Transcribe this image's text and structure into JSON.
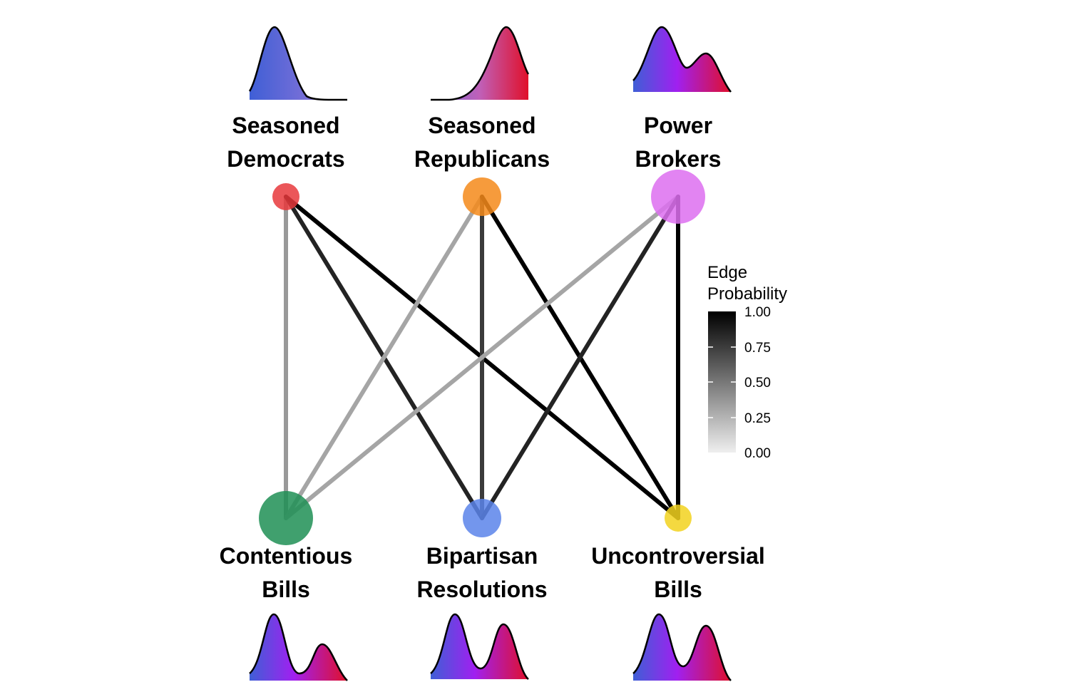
{
  "top_nodes": [
    {
      "id": "sd",
      "label_lines": [
        "Seasoned",
        "Democrats"
      ],
      "color": "#e8383c",
      "size": "small"
    },
    {
      "id": "sr",
      "label_lines": [
        "Seasoned",
        "Republicans"
      ],
      "color": "#f5891a",
      "size": "medium"
    },
    {
      "id": "pb",
      "label_lines": [
        "Power",
        "Brokers"
      ],
      "color": "#dd6ff0",
      "size": "large"
    }
  ],
  "bottom_nodes": [
    {
      "id": "cb",
      "label_lines": [
        "Contentious",
        "Bills"
      ],
      "color": "#1f8f55",
      "size": "large"
    },
    {
      "id": "br",
      "label_lines": [
        "Bipartisan",
        "Resolutions"
      ],
      "color": "#5a84ea",
      "size": "medium"
    },
    {
      "id": "ub",
      "label_lines": [
        "Uncontroversial",
        "Bills"
      ],
      "color": "#f2d21e",
      "size": "small"
    }
  ],
  "edges": [
    {
      "from": "sd",
      "to": "cb",
      "probability": 0.35
    },
    {
      "from": "sd",
      "to": "br",
      "probability": 0.85
    },
    {
      "from": "sd",
      "to": "ub",
      "probability": 1.0
    },
    {
      "from": "sr",
      "to": "cb",
      "probability": 0.3
    },
    {
      "from": "sr",
      "to": "br",
      "probability": 0.75
    },
    {
      "from": "sr",
      "to": "ub",
      "probability": 1.0
    },
    {
      "from": "pb",
      "to": "cb",
      "probability": 0.3
    },
    {
      "from": "pb",
      "to": "br",
      "probability": 0.85
    },
    {
      "from": "pb",
      "to": "ub",
      "probability": 1.0
    }
  ],
  "legend": {
    "title_lines": [
      "Edge",
      "Probability"
    ],
    "ticks": [
      "1.00",
      "0.75",
      "0.50",
      "0.25",
      "0.00"
    ]
  },
  "gradient": {
    "left": "#3f5fd6",
    "mid": "#a020f0",
    "right": "#e0102a"
  }
}
